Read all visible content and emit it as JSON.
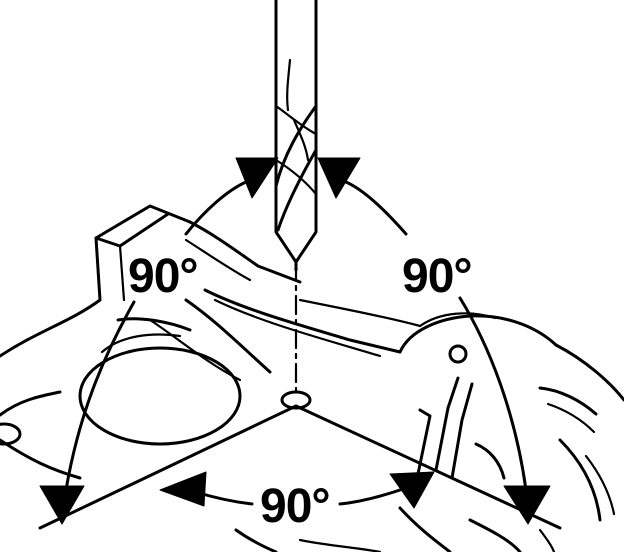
{
  "angle_labels": {
    "left": "90°",
    "right": "90°",
    "bottom": "90°"
  }
}
